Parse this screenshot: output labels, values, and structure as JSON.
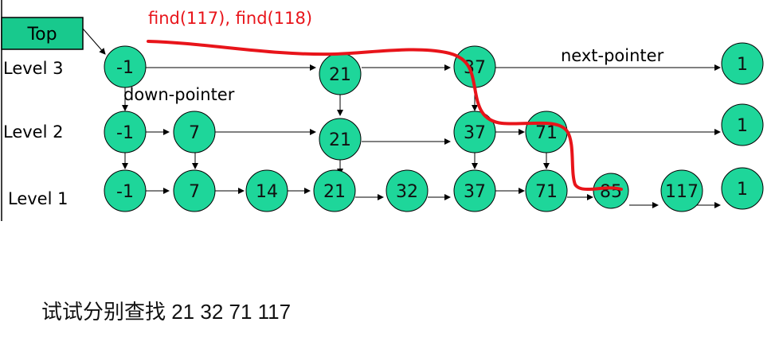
{
  "annotation": "find(117), find(118)",
  "top_label": "Top",
  "labels": {
    "next_pointer": "next-pointer",
    "down_pointer": "down-pointer"
  },
  "levels": [
    {
      "name": "Level 3",
      "nodes": [
        "-1",
        "21",
        "37",
        "1"
      ]
    },
    {
      "name": "Level 2",
      "nodes": [
        "-1",
        "7",
        "21",
        "37",
        "71",
        "1"
      ]
    },
    {
      "name": "Level 1",
      "nodes": [
        "-1",
        "7",
        "14",
        "21",
        "32",
        "37",
        "71",
        "85",
        "117",
        "1"
      ]
    }
  ],
  "caption": "试试分别查找 21   32  71  117",
  "colors": {
    "node_fill": "#1ed69a",
    "top_fill": "#18c98d",
    "search_path": "#e8141a",
    "annotation": "#e8141a",
    "line": "#000000"
  }
}
